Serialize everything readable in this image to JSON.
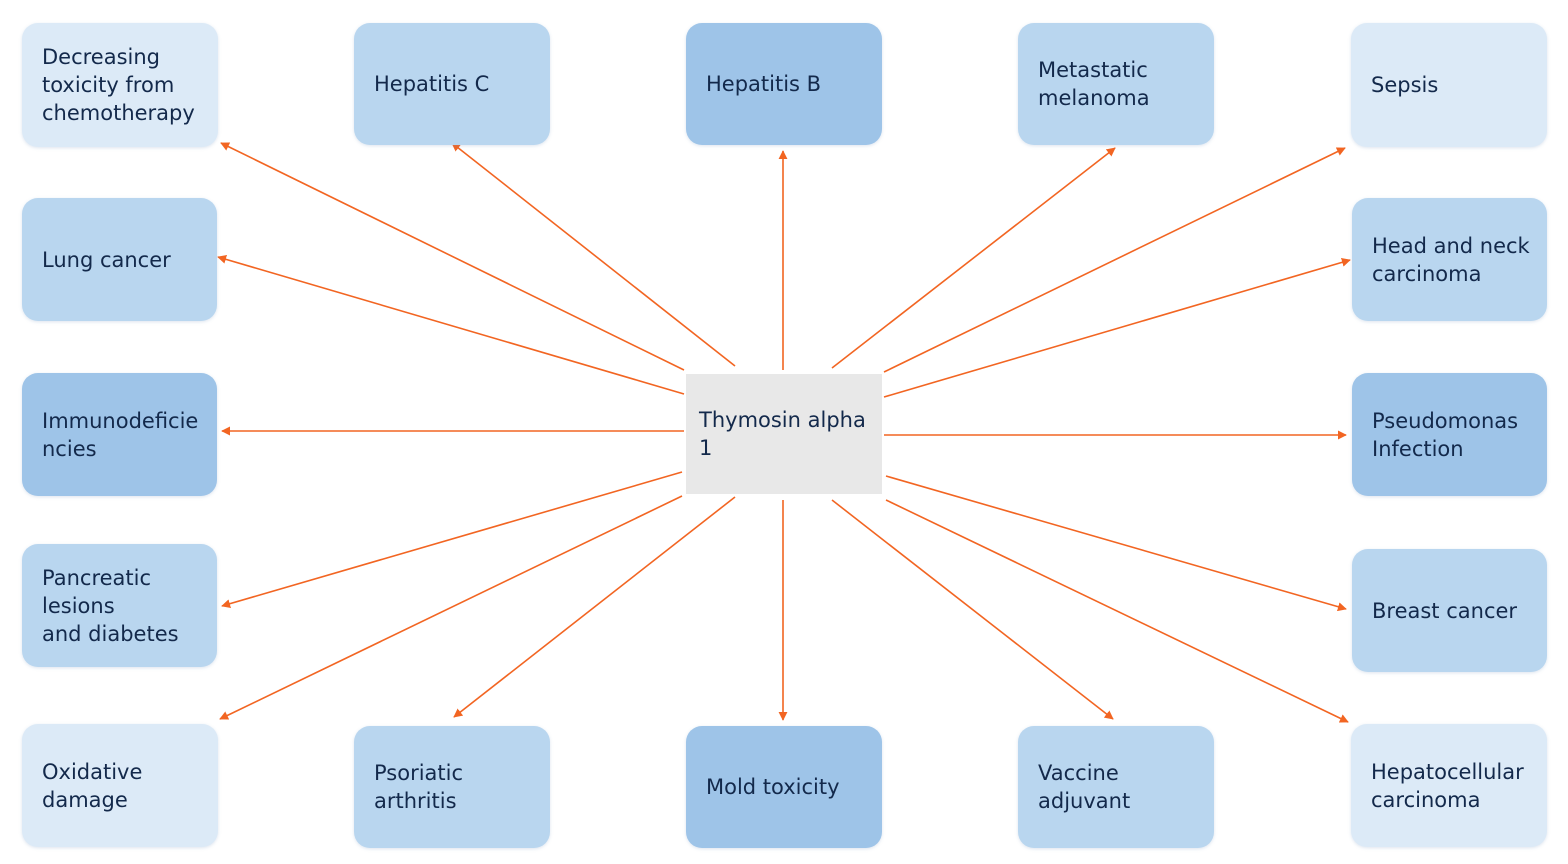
{
  "center": {
    "label": "Thymosin alpha\n1"
  },
  "nodes": [
    {
      "id": "decreasing-toxicity",
      "label": "Decreasing\ntoxicity from\nchemotherapy",
      "shade": "light"
    },
    {
      "id": "hepatitis-c",
      "label": "Hepatitis C",
      "shade": "mid"
    },
    {
      "id": "hepatitis-b",
      "label": "Hepatitis B",
      "shade": "dark"
    },
    {
      "id": "metastatic-melanoma",
      "label": "Metastatic\nmelanoma",
      "shade": "mid"
    },
    {
      "id": "sepsis",
      "label": "Sepsis",
      "shade": "light"
    },
    {
      "id": "lung-cancer",
      "label": "Lung cancer",
      "shade": "mid"
    },
    {
      "id": "head-neck-carcinoma",
      "label": "Head and neck\ncarcinoma",
      "shade": "mid"
    },
    {
      "id": "immunodeficiencies",
      "label": "Immunodeficie\nncies",
      "shade": "dark"
    },
    {
      "id": "pseudomonas-infection",
      "label": "Pseudomonas\nInfection",
      "shade": "dark"
    },
    {
      "id": "pancreatic-lesions",
      "label": "Pancreatic\nlesions\nand diabetes",
      "shade": "mid"
    },
    {
      "id": "breast-cancer",
      "label": "Breast cancer",
      "shade": "mid"
    },
    {
      "id": "oxidative-damage",
      "label": "Oxidative\ndamage",
      "shade": "light"
    },
    {
      "id": "psoriatic-arthritis",
      "label": "Psoriatic\narthritis",
      "shade": "mid"
    },
    {
      "id": "mold-toxicity",
      "label": "Mold toxicity",
      "shade": "dark"
    },
    {
      "id": "vaccine-adjuvant",
      "label": "Vaccine\nadjuvant",
      "shade": "mid"
    },
    {
      "id": "hepatocellular-carcinoma",
      "label": "Hepatocellular\ncarcinoma",
      "shade": "light"
    }
  ],
  "colors": {
    "arrow": "#f26522",
    "light": "#dceaf7",
    "mid": "#b9d6ef",
    "dark": "#9ec4e8",
    "center_bg": "#e8e8e8",
    "text": "#13294b"
  }
}
